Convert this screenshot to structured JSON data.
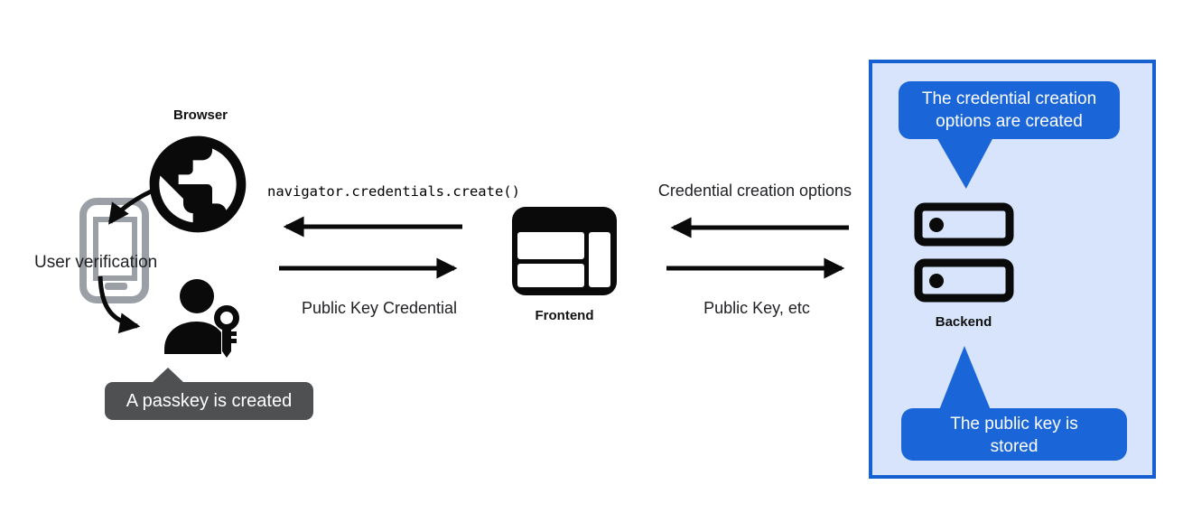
{
  "diagram": {
    "left": {
      "browser_label": "Browser",
      "user_verification_label": "User verification",
      "passkey_tooltip": "A passkey is created"
    },
    "middle": {
      "api_call": "navigator.credentials.create()",
      "response_label": "Public Key Credential",
      "frontend_label": "Frontend"
    },
    "right": {
      "request_label": "Credential creation options",
      "response_label": "Public Key, etc",
      "backend_label": "Backend",
      "options_bubble": "The credential creation\noptions are created",
      "stored_bubble": "The public key is\nstored"
    },
    "icons": [
      "globe-icon",
      "smartphone-icon",
      "user-key-icon",
      "browser-window-icon",
      "server-icon"
    ],
    "colors": {
      "bubble_blue": "#1a66d9",
      "panel_border_blue": "#1760d2",
      "panel_background": "#d7e4fb",
      "tooltip_gray": "#4e5052",
      "phone_gray": "#9aa0a6",
      "icon_black": "#0a0a0a"
    }
  }
}
